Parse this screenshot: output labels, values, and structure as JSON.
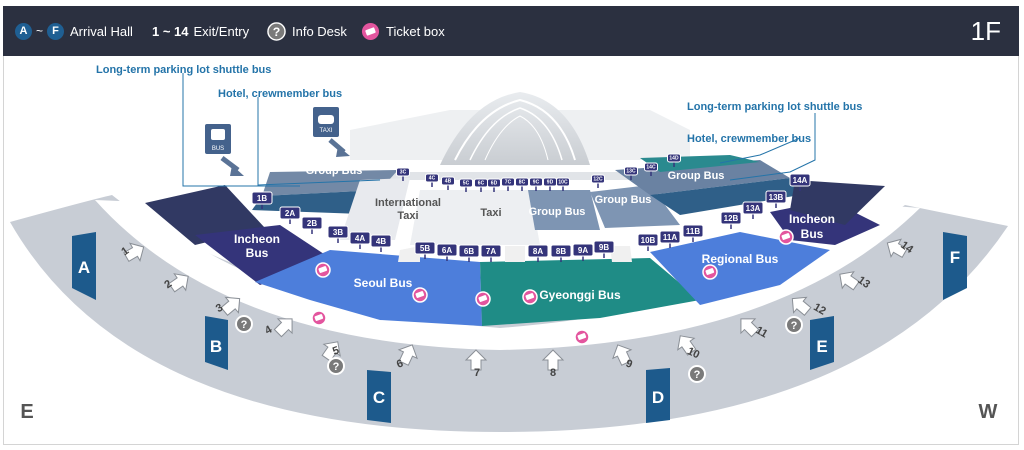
{
  "header": {
    "gate_range_from": "A",
    "gate_range_sep": "~",
    "gate_range_to": "F",
    "arrival_hall_label": "Arrival Hall",
    "exit_range": "1 ~ 14",
    "exit_entry_label": "Exit/Entry",
    "info_desk_label": "Info Desk",
    "ticket_box_label": "Ticket box",
    "floor": "1F",
    "icons": {
      "info": "info-desk-icon",
      "ticket": "ticket-box-icon"
    }
  },
  "map": {
    "compass_left": "E",
    "compass_right": "W",
    "callouts": {
      "parking_shuttle_left": "Long-term parking lot shuttle bus",
      "hotel_crew_left": "Hotel, crewmember bus",
      "parking_shuttle_right": "Long-term parking lot shuttle bus",
      "hotel_crew_right": "Hotel, crewmember bus"
    },
    "sign_bus": "BUS",
    "sign_taxi": "TAXI",
    "zones": {
      "incheon_left": [
        "Incheon",
        "Bus"
      ],
      "incheon_right": [
        "Incheon",
        "Bus"
      ],
      "seoul": "Seoul Bus",
      "gyeonggi": "Gyeonggi Bus",
      "regional": "Regional Bus",
      "group_left": "Group Bus",
      "group_mid1": "Group Bus",
      "group_mid2": "Group Bus",
      "group_right": "Group Bus",
      "intl_taxi": [
        "International",
        "Taxi"
      ],
      "taxi": "Taxi"
    },
    "halls": [
      "A",
      "B",
      "C",
      "D",
      "E",
      "F"
    ],
    "exits": [
      "1",
      "2",
      "3",
      "4",
      "5",
      "6",
      "7",
      "8",
      "9",
      "10",
      "11",
      "12",
      "13",
      "14"
    ],
    "stops_front": [
      "1B",
      "2A",
      "2B",
      "3B",
      "4A",
      "4B",
      "5B",
      "6A",
      "6B",
      "7A",
      "8A",
      "8B",
      "9A",
      "9B",
      "10B",
      "11A",
      "11B",
      "12B",
      "13A",
      "13B",
      "14A"
    ],
    "stops_back": [
      "3C",
      "4C",
      "4B",
      "5C",
      "6C",
      "6D",
      "7C",
      "8C",
      "9C",
      "9D",
      "10C",
      "12C",
      "13C",
      "14C",
      "14D"
    ],
    "colors": {
      "header_bg": "#2b3040",
      "gate_blue": "#1d5a8c",
      "seoul": "#4d7edb",
      "gyeonggi": "#1f8c86",
      "incheon": "#34347a",
      "ticket": "#e3559e",
      "label_blue": "#2474a9"
    }
  }
}
